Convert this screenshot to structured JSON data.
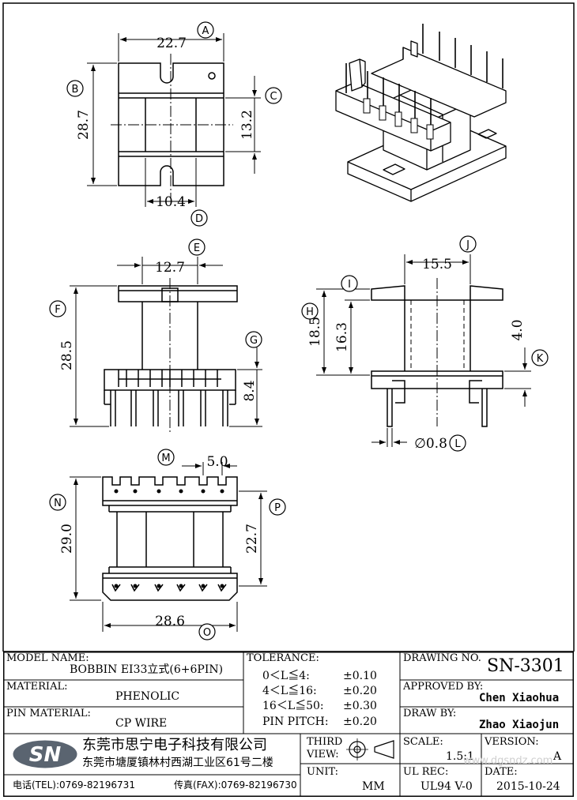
{
  "drawing": {
    "top_view": {
      "width": "22.7",
      "height": "28.7",
      "inner_height": "13.2",
      "slot_width": "10.4"
    },
    "front_view": {
      "flange_width": "12.7",
      "height": "28.5",
      "pin_height": "8.4"
    },
    "side_view": {
      "width": "15.5",
      "height": "18.5",
      "inner_height": "16.3",
      "pin_offset": "4.0",
      "pin_diameter": "∅0.8"
    },
    "bottom_view": {
      "pitch": "5.0",
      "height": "29.0",
      "inner_height": "22.7",
      "width": "28.6"
    },
    "callouts": [
      "A",
      "B",
      "C",
      "D",
      "E",
      "F",
      "G",
      "H",
      "I",
      "J",
      "K",
      "L",
      "M",
      "N",
      "O",
      "P"
    ]
  },
  "title_block": {
    "model_name_label": "MODEL NAME:",
    "model_name": "BOBBIN EI33立式(6+6PIN)",
    "material_label": "MATERIAL:",
    "material": "PHENOLIC",
    "pin_material_label": "PIN MATERIAL:",
    "pin_material": "CP WIRE",
    "tolerance_label": "TOLERANCE:",
    "tolerances": [
      {
        "range": "0＜L≦4:",
        "value": "±0.10"
      },
      {
        "range": "4＜L≦16:",
        "value": "±0.20"
      },
      {
        "range": "16＜L≦50:",
        "value": "±0.30"
      },
      {
        "range": "PIN PITCH:",
        "value": "±0.20"
      }
    ],
    "drawing_no_label": "DRAWING NO.",
    "drawing_no": "SN-3301",
    "approved_by_label": "APPROVED BY:",
    "approved_by": "Chen Xiaohua",
    "draw_by_label": "DRAW BY:",
    "draw_by": "Zhao Xiaojun",
    "logo_text": "SN",
    "company_name": "东莞市思宁电子科技有限公司",
    "company_address": "东莞市塘厦镇林村西湖工业区61号二楼",
    "tel": "电话(TEL):0769-82196731",
    "fax": "传真(FAX):0769-82196730",
    "third_view_label_1": "THIRD",
    "third_view_label_2": "VIEW:",
    "unit_label": "UNIT:",
    "unit": "MM",
    "scale_label": "SCALE:",
    "scale": "1.5:1",
    "version_label": "VERSION:",
    "version": "A",
    "ul_rec_label": "UL REC:",
    "ul_rec": "UL94 V-0",
    "date_label": "DATE:",
    "date": "2015-10-24",
    "watermark": "www.dgsndz.com"
  }
}
